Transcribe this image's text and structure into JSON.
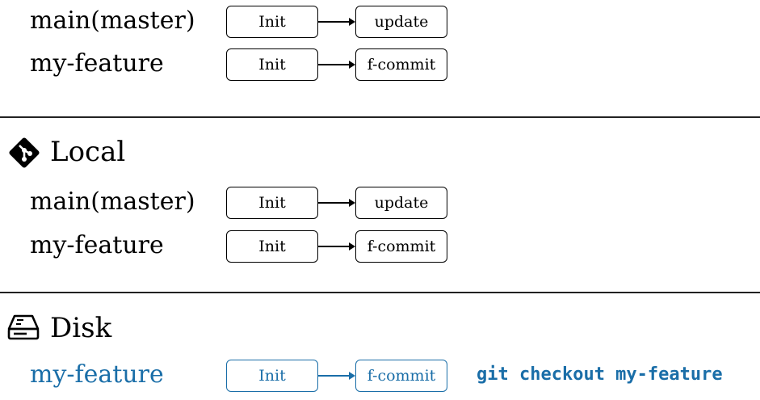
{
  "remote": {
    "rows": [
      {
        "branch": "main(master)",
        "commits": [
          "Init",
          "update"
        ]
      },
      {
        "branch": "my-feature",
        "commits": [
          "Init",
          "f-commit"
        ]
      }
    ]
  },
  "local": {
    "title": "Local",
    "icon": "git-logo-icon",
    "rows": [
      {
        "branch": "main(master)",
        "commits": [
          "Init",
          "update"
        ]
      },
      {
        "branch": "my-feature",
        "commits": [
          "Init",
          "f-commit"
        ]
      }
    ]
  },
  "disk": {
    "title": "Disk",
    "icon": "hard-drive-icon",
    "row": {
      "branch": "my-feature",
      "commits": [
        "Init",
        "f-commit"
      ]
    },
    "command": "git checkout my-feature",
    "accent_color": "#1a6ea8"
  }
}
